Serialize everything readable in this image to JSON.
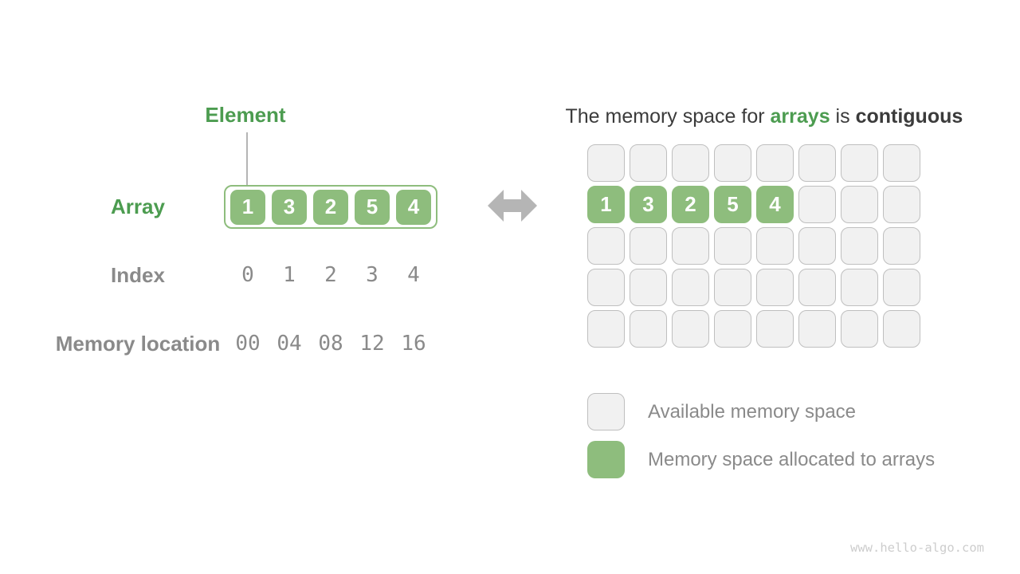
{
  "colors": {
    "green_text": "#4c9c50",
    "green_fill": "#8ebd7d",
    "gray_text": "#8a8a8a",
    "dark_text": "#3b3b3b",
    "cell_fill": "#f1f1f1",
    "cell_border": "#bfbfbf",
    "arrow": "#b5b5b5"
  },
  "left_diagram": {
    "element_label": "Element",
    "array_label": "Array",
    "array_values": [
      "1",
      "3",
      "2",
      "5",
      "4"
    ],
    "index_label": "Index",
    "index_values": [
      "0",
      "1",
      "2",
      "3",
      "4"
    ],
    "memory_label": "Memory location",
    "memory_values": [
      "00",
      "04",
      "08",
      "12",
      "16"
    ]
  },
  "middle": {
    "arrow_icon": "double-headed-arrow"
  },
  "right_diagram": {
    "title": {
      "prefix": "The memory space for ",
      "highlight": "arrays",
      "middle": " is ",
      "bold": "contiguous"
    },
    "grid": {
      "columns": 8,
      "rows": 5,
      "allocated_row": 1,
      "allocated_values": [
        "1",
        "3",
        "2",
        "5",
        "4"
      ]
    },
    "legend": [
      {
        "key": "available",
        "label": "Available memory space"
      },
      {
        "key": "allocated",
        "label": "Memory space allocated to arrays"
      }
    ]
  },
  "watermark": "www.hello-algo.com"
}
